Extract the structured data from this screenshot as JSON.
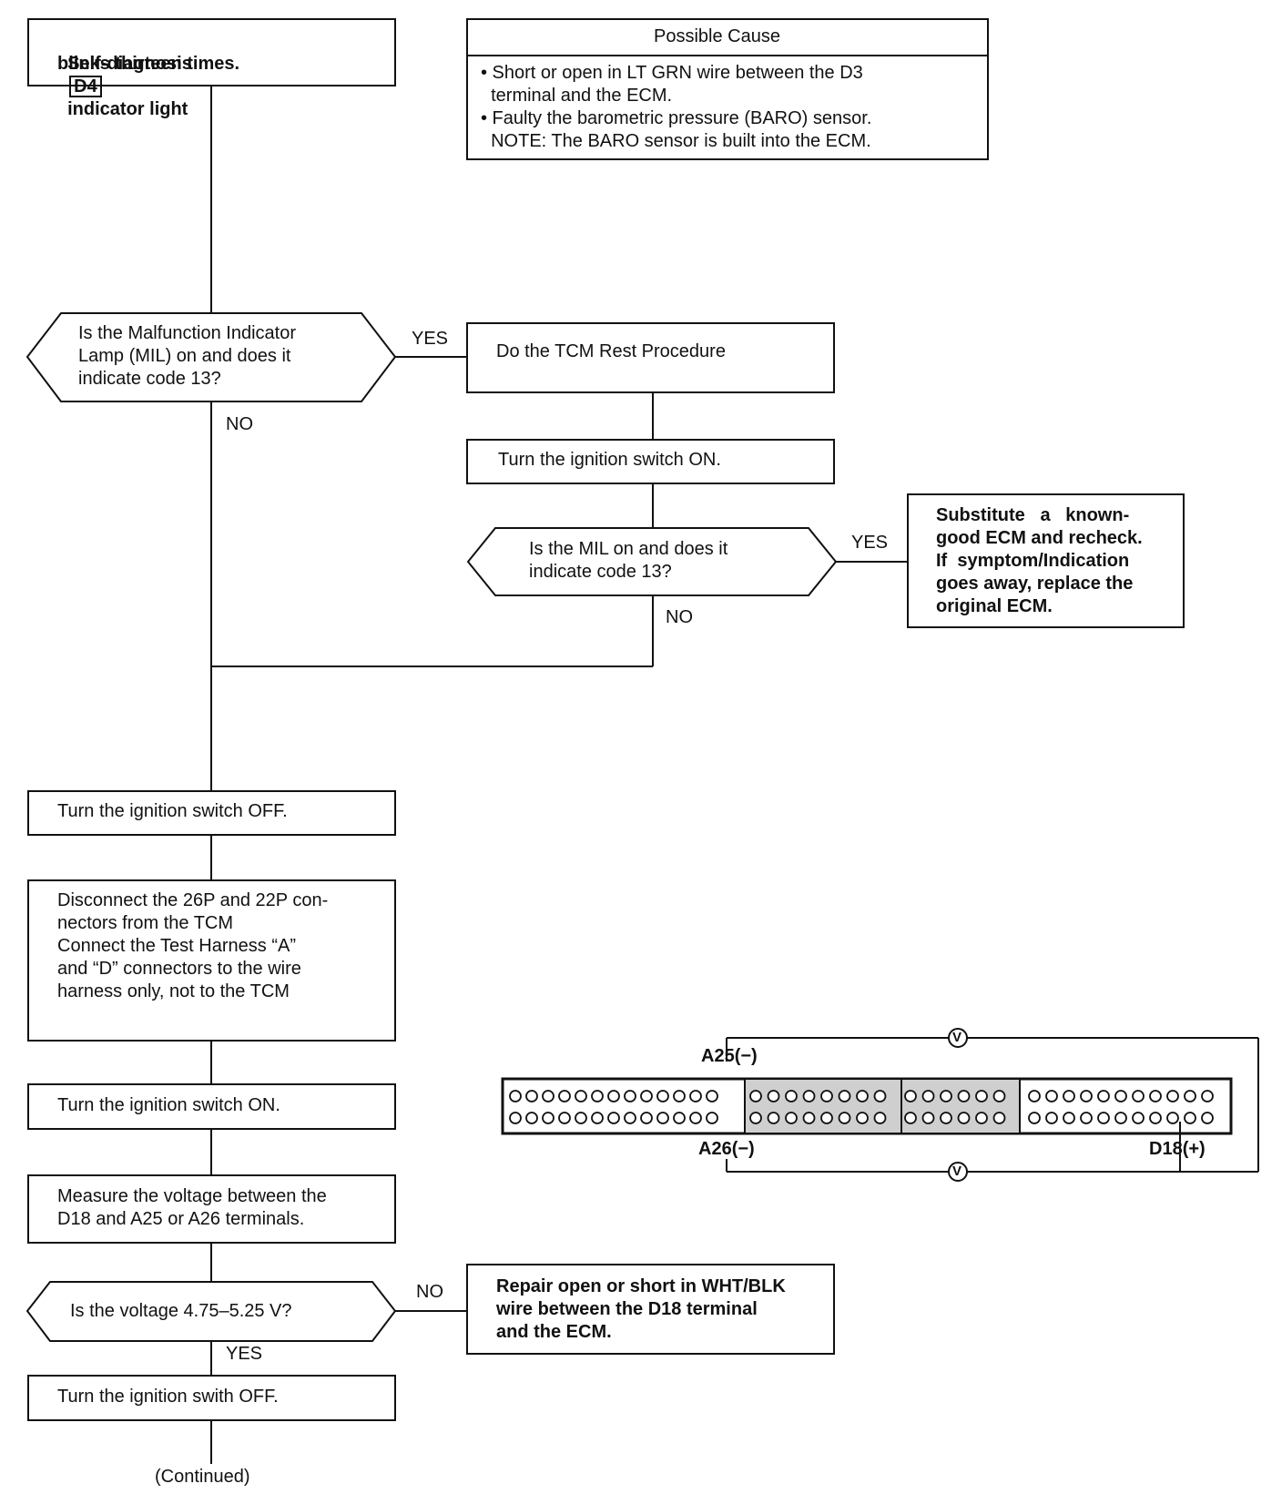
{
  "start": {
    "line1_pre": "Self-diagnosis",
    "line1_badge": "D4",
    "line1_post": "indicator light",
    "line2": "blinks thirteen times."
  },
  "possible_cause": {
    "title": "Possible Cause",
    "line1": "• Short or open in LT GRN wire between the D3",
    "line2": "  terminal and the ECM.",
    "line3": "• Faulty the barometric pressure (BARO) sensor.",
    "line4": "  NOTE: The BARO sensor is built into the ECM."
  },
  "q1": {
    "line1": "Is the Malfunction Indicator",
    "line2": "Lamp (MIL) on and does it",
    "line3": "indicate code 13?",
    "yes": "YES",
    "no": "NO"
  },
  "tcm_reset": "Do the TCM Rest Procedure",
  "ign_on_1": "Turn the ignition switch ON.",
  "q2": {
    "line1": "Is the MIL on and does it",
    "line2": "indicate code 13?",
    "yes": "YES",
    "no": "NO"
  },
  "substitute": {
    "line1": "Substitute   a   known-",
    "line2": "good ECM and recheck.",
    "line3": "If  symptom/Indication",
    "line4": "goes away, replace the",
    "line5": "original ECM."
  },
  "ign_off_1": "Turn the ignition switch OFF.",
  "disconnect": {
    "line1": "Disconnect the 26P and 22P con-",
    "line2": "nectors from the TCM",
    "line3": "Connect the Test Harness “A”",
    "line4": "and “D” connectors to the wire",
    "line5": "harness only, not to the TCM"
  },
  "ign_on_2": "Turn the ignition switch ON.",
  "measure": {
    "line1": "Measure the voltage between the",
    "line2": "D18 and A25 or A26 terminals."
  },
  "q3": {
    "text": "Is the voltage 4.75–5.25 V?",
    "no": "NO",
    "yes": "YES"
  },
  "repair": {
    "line1": "Repair open or short in WHT/BLK",
    "line2": "wire between the D18 terminal",
    "line3": "and the ECM."
  },
  "ign_off_2": "Turn the ignition swith OFF.",
  "continued": "(Continued)",
  "connector": {
    "a25": "A25(−)",
    "a26": "A26(−)",
    "d18": "D18(+)",
    "meter_symbol": "V"
  }
}
